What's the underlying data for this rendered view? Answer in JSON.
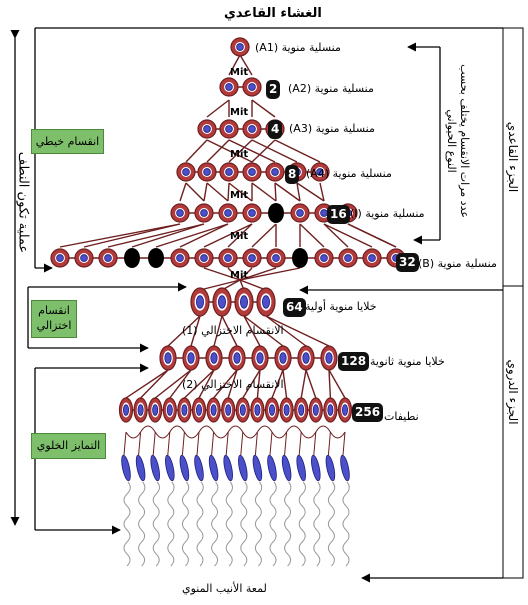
{
  "colors": {
    "cell_fill": "#b23a3a",
    "cell_ring": "#6e1f1f",
    "nucleus": "#4b4fc9",
    "label_box": "#111111",
    "green_box": "#7dbf6a"
  },
  "top_label": "الغشاء القاعدي",
  "bottom_label": "لمعة الأنيب المنوي",
  "left_vertical_label": "عملية تكون النطف",
  "right_top_vertical_label": "الجزء القاعدي",
  "right_bottom_vertical_label": "الجزء الدروي",
  "note_vertical_label": "عدد مرات الانقسام يختلف بحسب النوع الحيواني",
  "mit_label": "Mit",
  "stage_boxes": {
    "mitosis": "انقسام خيطي",
    "meiosis": "انقسام اختزالي",
    "differentiation": "التمايز الخلوي"
  },
  "meiosis_1": "الانقسام الاختزالي (1)",
  "meiosis_2": "الانقسام الاختزالي (2)",
  "rows": [
    {
      "label": "منسلية منوية (A1)",
      "count": ""
    },
    {
      "label": "منسلية منوية (A2)",
      "count": "2"
    },
    {
      "label": "منسلية منوية (A3)",
      "count": "4"
    },
    {
      "label": "منسلية منوية (A4)",
      "count": "8"
    },
    {
      "label": "منسلية منوية (I)",
      "count": "16"
    },
    {
      "label": "منسلية منوية (B)",
      "count": "32"
    },
    {
      "label": "خلايا منوية أولية",
      "count": "64"
    },
    {
      "label": "خلايا منوية ثانوية",
      "count": "128"
    },
    {
      "label": "نطيفات",
      "count": "256"
    }
  ]
}
